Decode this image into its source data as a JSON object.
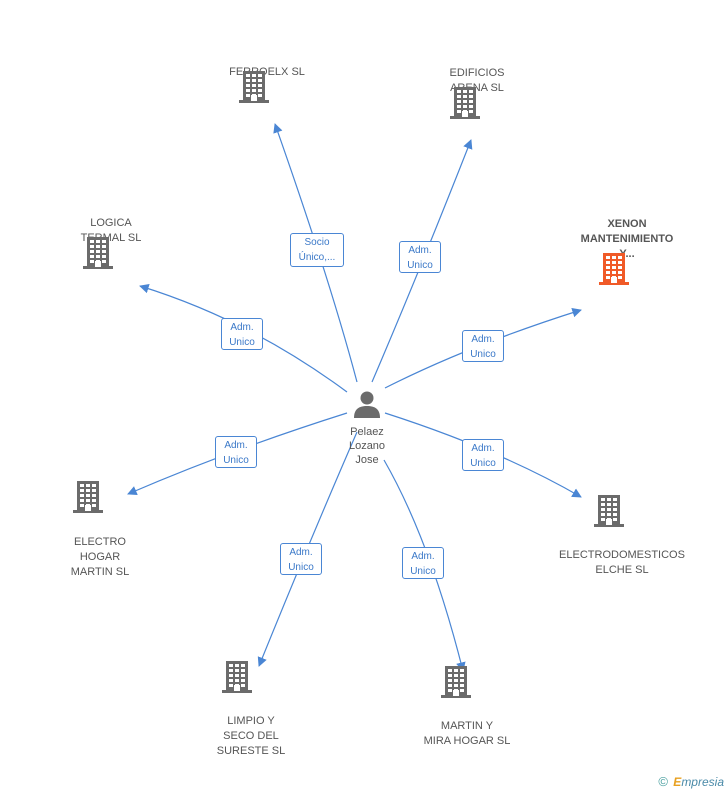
{
  "center": {
    "name": "Pelaez\nLozano\nJose",
    "icon": "person-icon"
  },
  "nodes": [
    {
      "id": "ferroelx",
      "name": "FERROELX SL",
      "highlight": false
    },
    {
      "id": "edificios",
      "name": "EDIFICIOS\nARENA SL",
      "highlight": false
    },
    {
      "id": "xenon",
      "name": "XENON\nMANTENIMIENTO\nY...",
      "highlight": true
    },
    {
      "id": "logica",
      "name": "LOGICA\nTERMAL SL",
      "highlight": false
    },
    {
      "id": "electrodomesticos",
      "name": "ELECTRODOMESTICOS\nELCHE SL",
      "highlight": false
    },
    {
      "id": "electro",
      "name": "ELECTRO\nHOGAR\nMARTIN SL",
      "highlight": false
    },
    {
      "id": "limpio",
      "name": "LIMPIO Y\nSECO DEL\nSURESTE SL",
      "highlight": false
    },
    {
      "id": "martin",
      "name": "MARTIN Y\nMIRA HOGAR SL",
      "highlight": false
    }
  ],
  "edges": [
    {
      "to": "ferroelx",
      "label": "Socio\nÚnico,..."
    },
    {
      "to": "edificios",
      "label": "Adm.\nUnico"
    },
    {
      "to": "xenon",
      "label": "Adm.\nUnico"
    },
    {
      "to": "logica",
      "label": "Adm.\nUnico"
    },
    {
      "to": "electrodomesticos",
      "label": "Adm.\nUnico"
    },
    {
      "to": "electro",
      "label": "Adm.\nUnico"
    },
    {
      "to": "limpio",
      "label": "Adm.\nUnico"
    },
    {
      "to": "martin",
      "label": "Adm.\nUnico"
    }
  ],
  "colors": {
    "edge": "#4a86d4",
    "building": "#6b6b6b",
    "highlight": "#f05a28",
    "text": "#555555"
  },
  "footer": {
    "copyright": "©",
    "brand_initial": "E",
    "brand_rest": "mpresia"
  }
}
